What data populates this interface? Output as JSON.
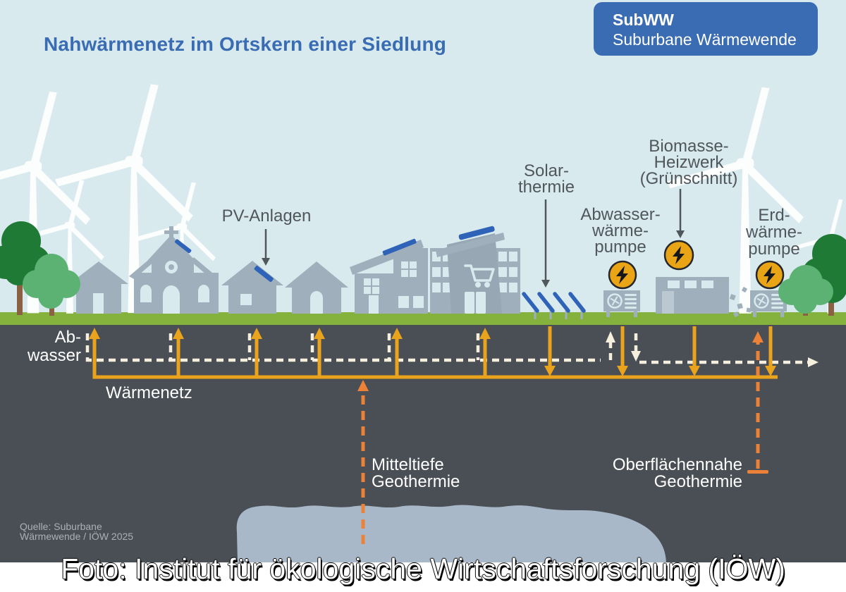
{
  "title": "Nahwärmenetz im Ortskern einer Siedlung",
  "badge": {
    "acronym": "SubWW",
    "name": "Suburbane Wärmewende"
  },
  "scene_labels": {
    "pv": "PV-Anlagen",
    "solar": "Solar-\nthermie",
    "abwasser_wp": "Abwasser-\nwärme-\npumpe",
    "biomasse": "Biomasse-\nHeizwerk\n(Grünschnitt)",
    "erd_wp": "Erd-\nwärme-\npumpe"
  },
  "underground_labels": {
    "abwasser": "Ab-\nwasser",
    "waermenetz": "Wärmenetz",
    "mitteltiefe": "Mitteltiefe\nGeothermie",
    "oberflaechennahe": "Oberflächennahe\nGeothermie"
  },
  "source": "Quelle: Suburbane\nWärmewende / IÖW 2025",
  "watermark": "Foto: Institut für ökologische Wirtschaftsforschung (IÖW)",
  "icons": {
    "energy_badge": "lightning-icon"
  },
  "colors": {
    "sky": "#d9eaef",
    "grass": "#85b23c",
    "underground": "#4a4f55",
    "building_gray": "#9fb0bc",
    "brand_blue": "#3a6cb4",
    "pv_blue": "#2f63b8",
    "heat_network_amber": "#e9a31d",
    "geothermal_orange": "#ec8237",
    "sewage_cream": "#f6efdd",
    "lightning_badge_orange": "#eaa517",
    "aquifer_blob": "#a8b8c8",
    "tree_dark_green": "#1e7a34",
    "tree_light_green": "#5bb272",
    "label_gray": "#4f565c"
  }
}
